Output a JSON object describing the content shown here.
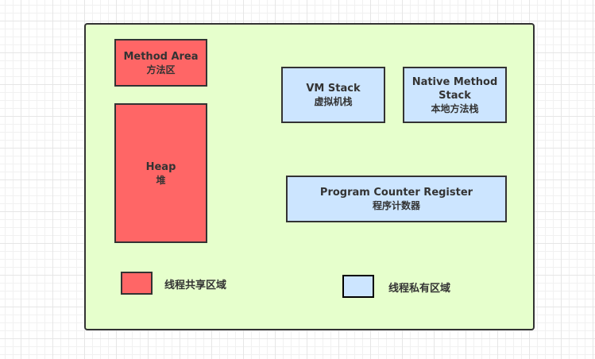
{
  "diagram": {
    "title": "JVM Runtime Data Areas",
    "colors": {
      "shared": "#ff6666",
      "private": "#cce5ff",
      "container": "#e6ffcc",
      "border": "#333333"
    },
    "areas": {
      "method_area": {
        "en": "Method Area",
        "cn": "方法区",
        "type": "shared"
      },
      "heap": {
        "en": "Heap",
        "cn": "堆",
        "type": "shared"
      },
      "vm_stack": {
        "en": "VM Stack",
        "cn": "虚拟机栈",
        "type": "private"
      },
      "native_method_stack": {
        "en": "Native Method Stack",
        "cn": "本地方法栈",
        "type": "private"
      },
      "program_counter_register": {
        "en": "Program Counter Register",
        "cn": "程序计数器",
        "type": "private"
      }
    },
    "legend": {
      "shared": "线程共享区域",
      "private": "线程私有区域"
    }
  }
}
